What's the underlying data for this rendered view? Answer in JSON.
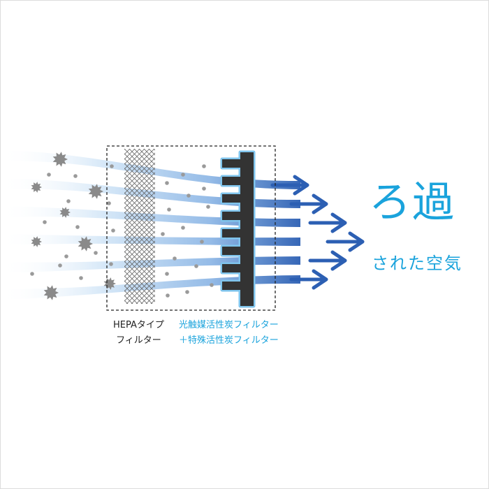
{
  "colors": {
    "accent": "#1aa3dc",
    "arrow_dark": "#2c5fb3",
    "arrow_light": "#cfe4f6",
    "filter_dark": "#333333",
    "particle": "#8a8a8a",
    "text_dark": "#222222"
  },
  "labels": {
    "hepa_line1": "HEPAタイプ",
    "hepa_line2": "フィルター",
    "carbon_line1": "光触媒活性炭フィルター",
    "carbon_line2": "＋特殊活性炭フィルター"
  },
  "result": {
    "main": "ろ過",
    "sub": "された空気"
  },
  "icons": [
    "dust-particle-icon",
    "mesh-filter-icon",
    "carbon-filter-icon",
    "arrow-icon"
  ]
}
